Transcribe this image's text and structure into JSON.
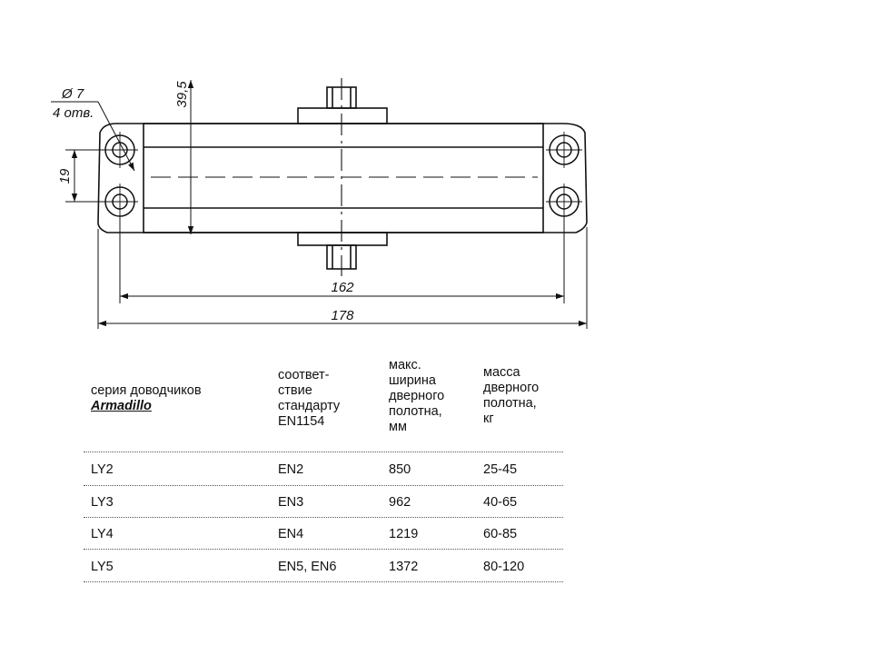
{
  "drawing": {
    "hole_diameter_label": "Ø 7",
    "hole_count_label": "4 отв.",
    "dim_hole_spacing": "19",
    "dim_body_height": "39,5",
    "dim_hole_center_span": "162",
    "dim_overall_length": "178"
  },
  "table": {
    "headers": [
      {
        "lines": [
          "серия доводчиков"
        ],
        "sub": "Armadillo"
      },
      {
        "lines": [
          "соответ-",
          "ствие",
          "стандарту",
          "EN1154"
        ]
      },
      {
        "lines": [
          "макс.",
          "ширина",
          "дверного",
          "полотна,",
          "мм"
        ]
      },
      {
        "lines": [
          "масса",
          "дверного",
          "полотна,",
          "кг"
        ]
      }
    ],
    "rows": [
      [
        "LY2",
        "EN2",
        "850",
        "25-45"
      ],
      [
        "LY3",
        "EN3",
        "962",
        "40-65"
      ],
      [
        "LY4",
        "EN4",
        "1219",
        "60-85"
      ],
      [
        "LY5",
        "EN5, EN6",
        "1372",
        "80-120"
      ]
    ]
  }
}
